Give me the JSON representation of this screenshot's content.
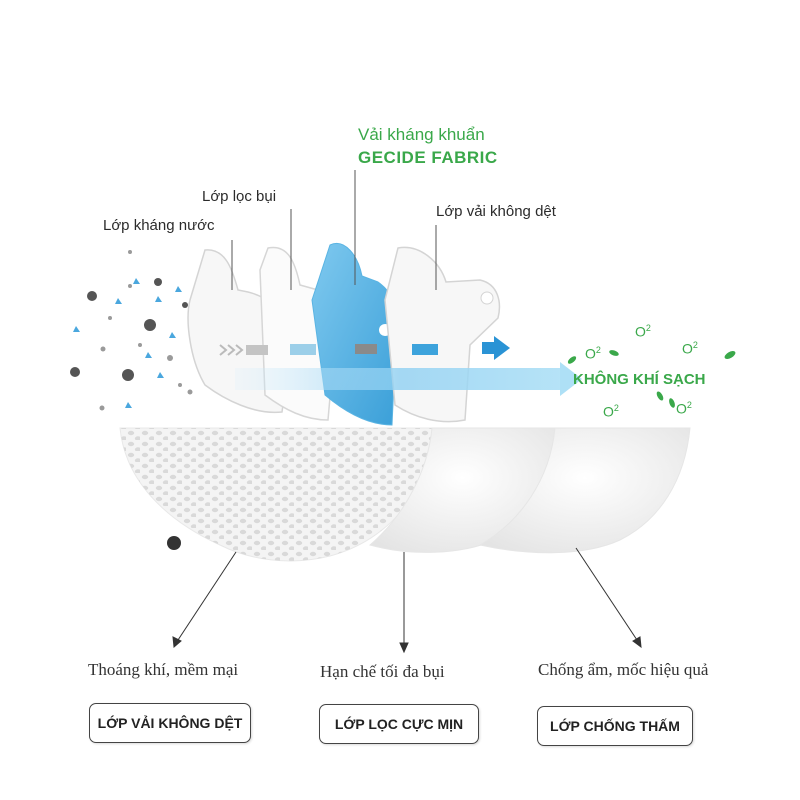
{
  "layers": {
    "water_resistant": "Lớp kháng nước",
    "dust_filter": "Lớp lọc bụi",
    "antibacterial_line1": "Vải kháng khuẩn",
    "antibacterial_line2": "GECIDE FABRIC",
    "nonwoven": "Lớp vải không dệt"
  },
  "clean_air": "KHÔNG KHÍ SẠCH",
  "oxygen": {
    "symbol": "O",
    "exp": "2"
  },
  "captions": {
    "left": "Thoáng khí, mềm mại",
    "middle": "Hạn chế tối đa bụi",
    "right": "Chống ẩm, mốc hiệu quả"
  },
  "buttons": {
    "left": "LỚP VẢI KHÔNG DỆT",
    "middle": "LỚP LỌC CỰC MỊN",
    "right": "LỚP CHỐNG THẤM"
  },
  "colors": {
    "green": "#3aa84a",
    "blue": "#3da3dc",
    "light_blue": "#aee0f6"
  }
}
